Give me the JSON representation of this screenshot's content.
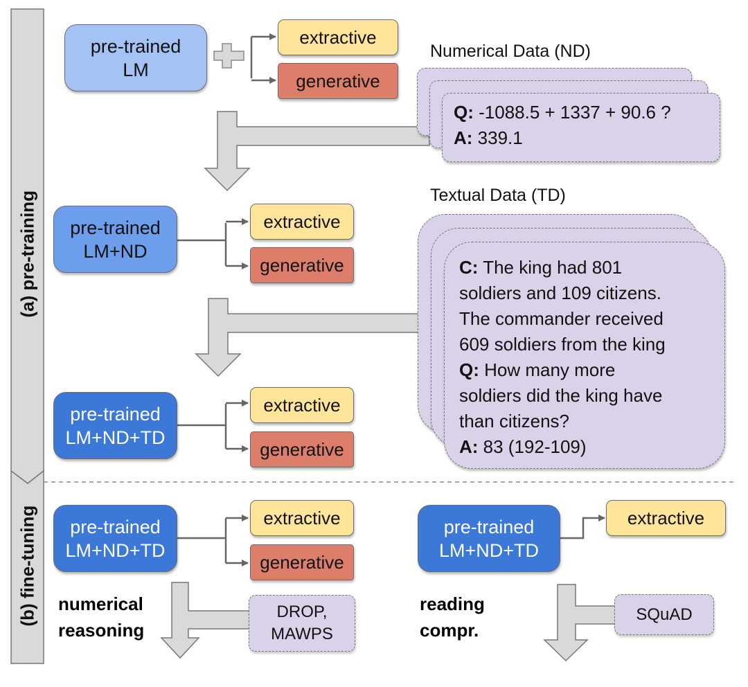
{
  "stages": {
    "pretraining_label": "(a) pre-training",
    "finetuning_label": "(b) fine-tuning"
  },
  "pretraining": {
    "models": [
      {
        "line1": "pre-trained",
        "line2": "LM",
        "color": "#a4c2f4"
      },
      {
        "line1": "pre-trained",
        "line2": "LM+ND",
        "color": "#6d9eeb"
      },
      {
        "line1": "pre-trained",
        "line2": "LM+ND+TD",
        "color": "#3c78d8"
      }
    ],
    "heads": {
      "extractive": "extractive",
      "generative": "generative"
    },
    "numerical_data": {
      "title": "Numerical Data (ND)",
      "q_label": "Q:",
      "q_text": " -1088.5 + 1337 + 90.6 ?",
      "a_label": "A:",
      "a_text": " 339.1"
    },
    "textual_data": {
      "title": "Textual Data (TD)",
      "c_label": "C:",
      "c_lines": [
        " The king had 801",
        "soldiers and 109 citizens.",
        "The commander received",
        "609 soldiers from the king"
      ],
      "q_label": "Q:",
      "q_lines": [
        " How many more",
        "soldiers did the king have",
        "than citizens?"
      ],
      "a_label": "A:",
      "a_text": " 83 (192-109)"
    }
  },
  "finetuning": {
    "numerical": {
      "model_line1": "pre-trained",
      "model_line2": "LM+ND+TD",
      "heads": [
        "extractive",
        "generative"
      ],
      "task_line1": "numerical",
      "task_line2": "reasoning",
      "dataset_line1": "DROP,",
      "dataset_line2": "MAWPS"
    },
    "reading": {
      "model_line1": "pre-trained",
      "model_line2": "LM+ND+TD",
      "heads": [
        "extractive"
      ],
      "task_line1": "reading",
      "task_line2": "compr.",
      "dataset": "SQuAD"
    }
  },
  "colors": {
    "extractive": "#ffe599",
    "generative": "#dd7e6b",
    "data_card": "#d9d2e9",
    "arrow_fill": "#d9d9d9"
  }
}
